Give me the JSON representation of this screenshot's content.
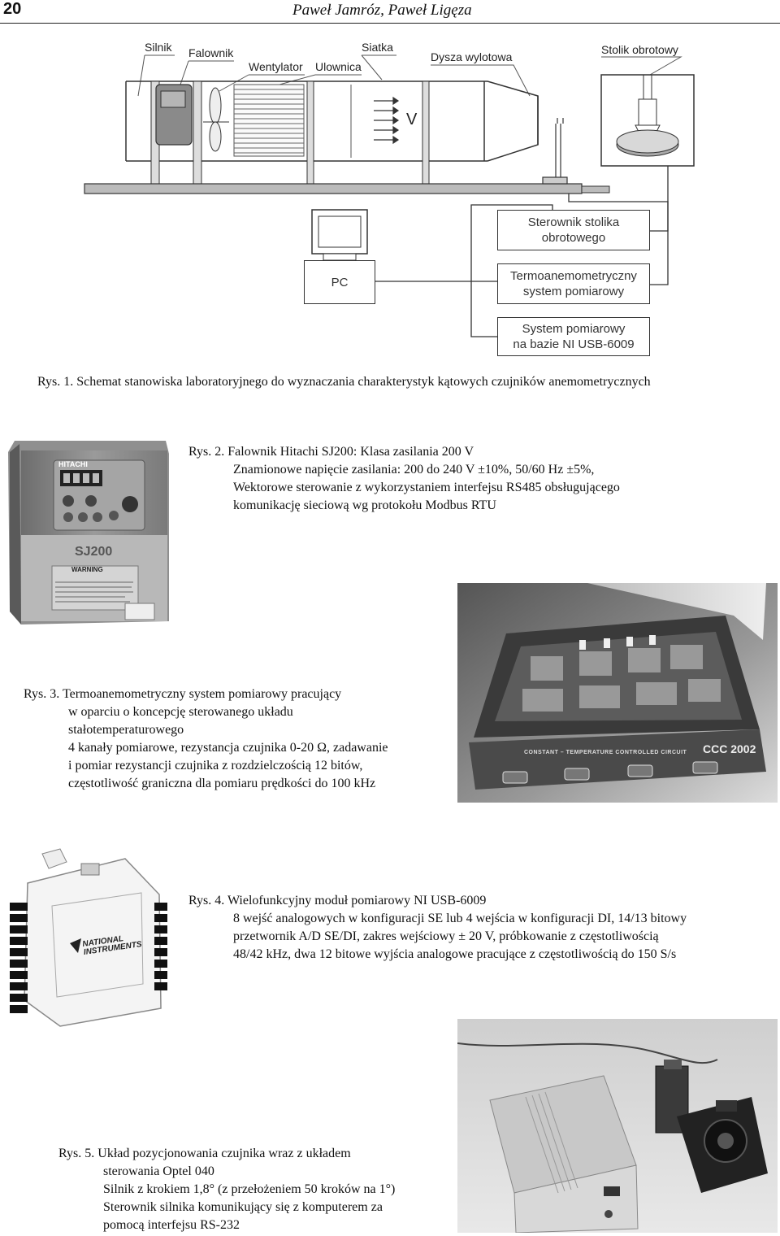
{
  "header": {
    "page_number": "20",
    "authors": "Paweł Jamróz, Paweł Ligęza"
  },
  "fig1": {
    "labels": {
      "silnik": "Silnik",
      "falownik": "Falownik",
      "wentylator": "Wentylator",
      "ulownica": "Ulownica",
      "siatka": "Siatka",
      "dysza": "Dysza wylotowa",
      "stolik": "Stolik obrotowy",
      "v": "V"
    },
    "boxes": {
      "pc": "PC",
      "sterownik_1": "Sterownik stolika",
      "sterownik_2": "obrotowego",
      "termo_1": "Termoanemometryczny",
      "termo_2": "system pomiarowy",
      "ni_1": "System pomiarowy",
      "ni_2": "na bazie NI USB-6009"
    },
    "caption": "Rys. 1. Schemat stanowiska laboratoryjnego do wyznaczania charakterystyk kątowych czujników anemometrycznych"
  },
  "fig2": {
    "caption_lines": [
      "Rys. 2. Falownik Hitachi SJ200: Klasa zasilania 200 V",
      "Znamionowe napięcie zasilania: 200 do 240 V ±10%, 50/60 Hz ±5%,",
      "Wektorowe sterowanie z wykorzystaniem interfejsu RS485 obsługującego",
      "komunikację sieciową wg protokołu Modbus RTU"
    ],
    "photo_text": {
      "brand": "HITACHI",
      "model": "SJ200",
      "warning": "WARNING"
    }
  },
  "fig3": {
    "caption_lines": [
      "Rys. 3. Termoanemometryczny system pomiarowy pracujący",
      "w oparciu o koncepcję sterowanego układu",
      "stałotemperaturowego",
      "4 kanały pomiarowe, rezystancja czujnika 0-20 Ω, zadawanie",
      "i pomiar rezystancji czujnika z rozdzielczością 12 bitów,",
      "częstotliwość graniczna dla pomiaru prędkości do 100 kHz"
    ],
    "photo_text": {
      "panel": "CONSTANT – TEMPERATURE CONTROLLED CIRCUIT",
      "model": "CCC 2002"
    }
  },
  "fig4": {
    "caption_lines": [
      "Rys. 4. Wielofunkcyjny moduł pomiarowy NI USB-6009",
      "8 wejść analogowych w konfiguracji SE lub 4 wejścia w konfiguracji DI, 14/13 bitowy",
      "przetwornik A/D SE/DI, zakres wejściowy ± 20 V, próbkowanie z częstotliwością",
      "48/42 kHz, dwa 12 bitowe wyjścia analogowe pracujące z częstotliwością do 150 S/s"
    ],
    "photo_text": {
      "brand_1": "NATIONAL",
      "brand_2": "INSTRUMENTS"
    }
  },
  "fig5": {
    "caption_lines": [
      "Rys. 5. Układ pozycjonowania czujnika wraz z układem",
      "sterowania Optel 040",
      "Silnik z krokiem 1,8° (z przełożeniem 50 kroków na 1°)",
      "Sterownik silnika komunikujący się z komputerem za",
      "pomocą interfejsu RS-232"
    ]
  }
}
